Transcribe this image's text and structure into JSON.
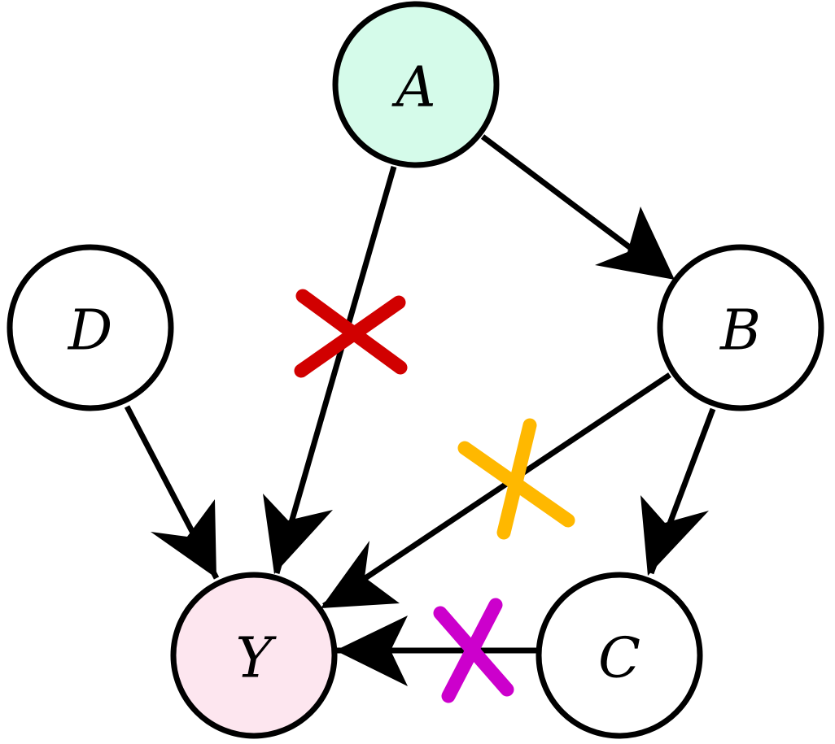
{
  "nodes": [
    {
      "id": "A",
      "label": "A",
      "fill": "#d5fbea"
    },
    {
      "id": "B",
      "label": "B",
      "fill": "#ffffff"
    },
    {
      "id": "C",
      "label": "C",
      "fill": "#ffffff"
    },
    {
      "id": "D",
      "label": "D",
      "fill": "#ffffff"
    },
    {
      "id": "Y",
      "label": "Y",
      "fill": "#fde6ef"
    }
  ],
  "edges": [
    {
      "from": "A",
      "to": "B",
      "blocked": false
    },
    {
      "from": "A",
      "to": "Y",
      "blocked": true,
      "cross_color": "#d10000"
    },
    {
      "from": "B",
      "to": "C",
      "blocked": false
    },
    {
      "from": "B",
      "to": "Y",
      "blocked": true,
      "cross_color": "#ffb800"
    },
    {
      "from": "C",
      "to": "Y",
      "blocked": true,
      "cross_color": "#cc00cc"
    },
    {
      "from": "D",
      "to": "Y",
      "blocked": false
    }
  ]
}
